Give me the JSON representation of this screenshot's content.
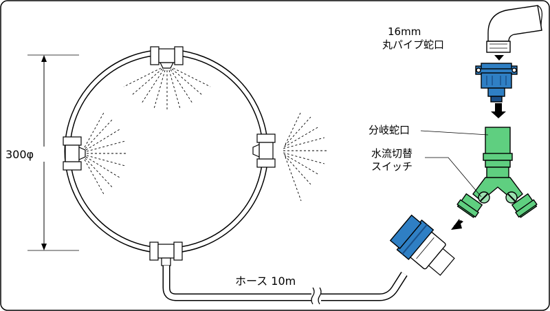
{
  "labels": {
    "diameter": "300φ",
    "faucet_line1": "16mm",
    "faucet_line2": "丸パイプ蛇口",
    "branch_faucet": "分岐蛇口",
    "switch_line1": "水流切替",
    "switch_line2": "スイッチ",
    "hose": "ホース 10m"
  },
  "colors": {
    "outline": "#000000",
    "connector_blue": "#2f7fc4",
    "connector_blue_dark": "#1a4f88",
    "splitter_green": "#5fcf80",
    "splitter_green_dark": "#2f9a52",
    "pipe_fill": "#ffffff"
  }
}
